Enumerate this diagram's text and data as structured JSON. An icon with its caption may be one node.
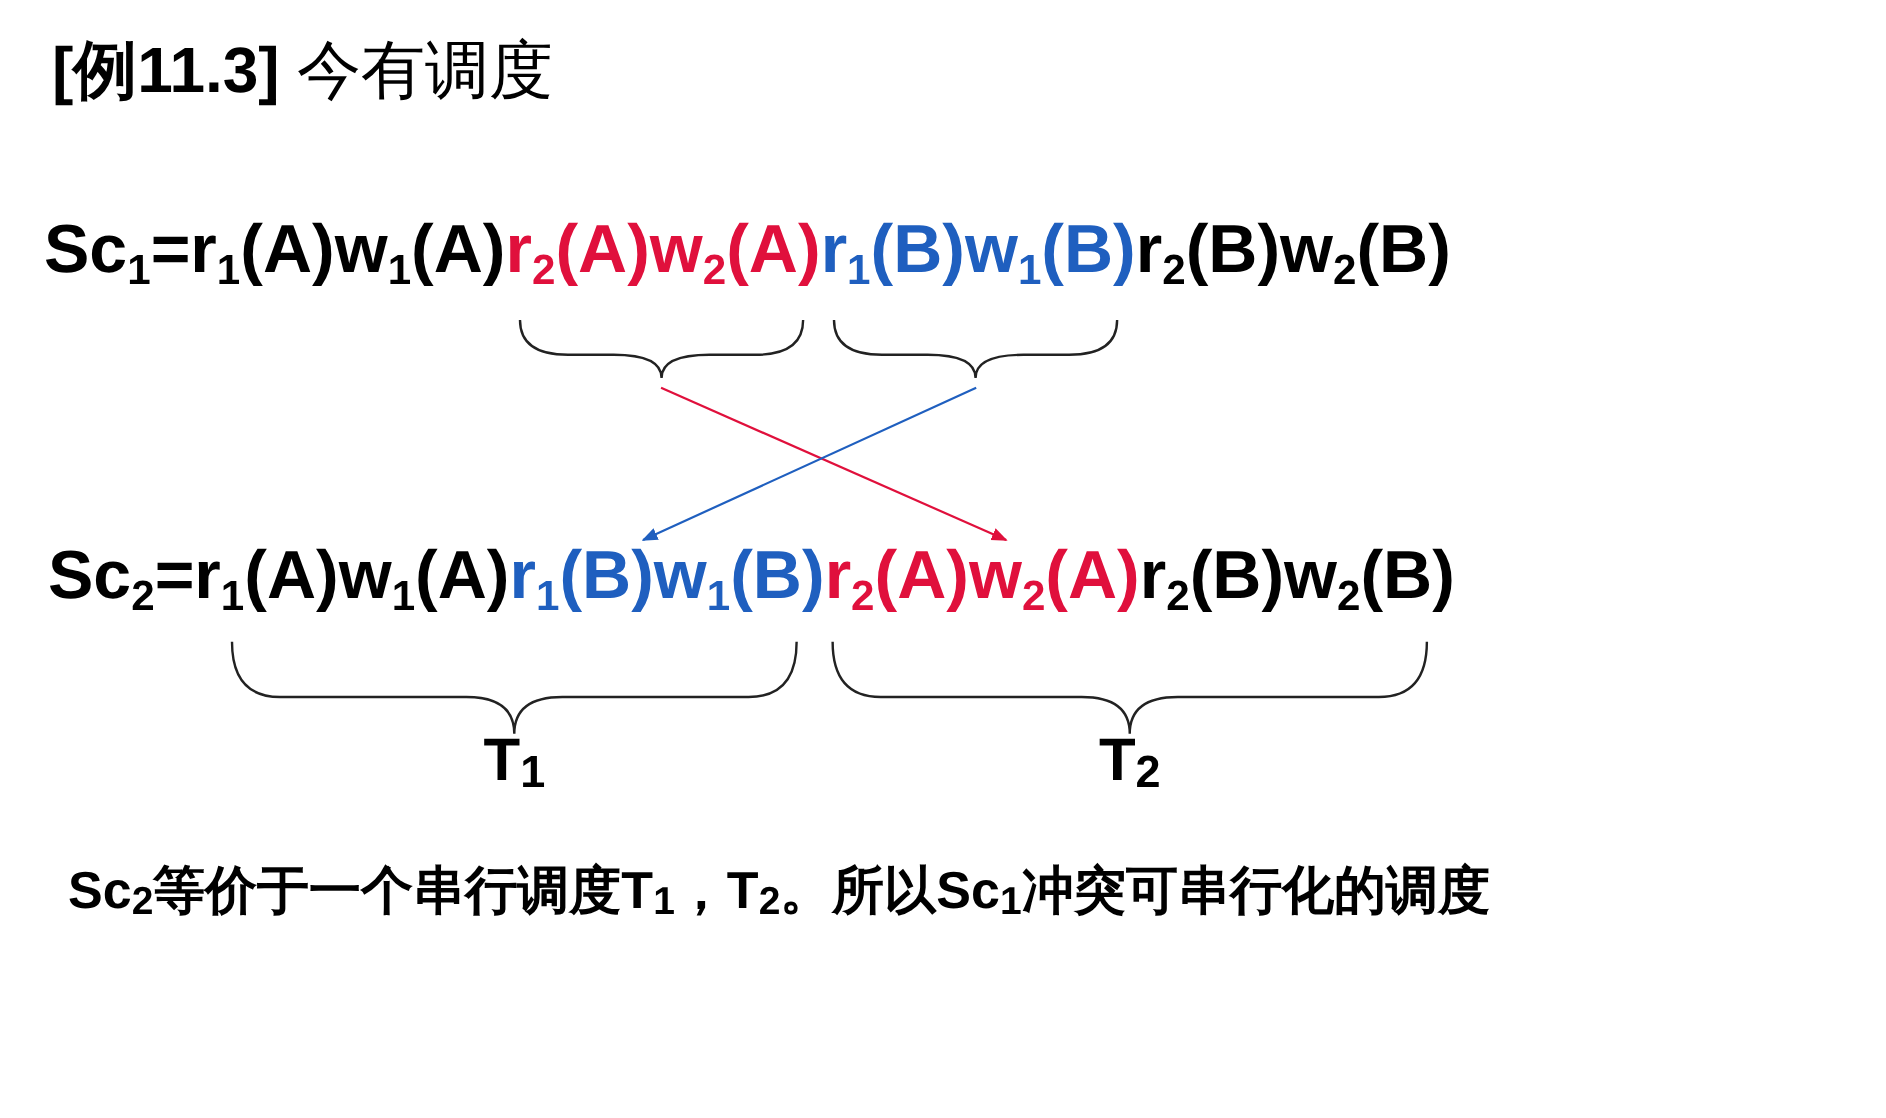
{
  "diagram": {
    "title": "**[例11.3]** 今有调度",
    "nodes": [
      {
        "text": [
          "Sc$_{1}$=r$_{1}$(A)w$_{1}$(A)"
        ]
      },
      {
        "text": [
          "r$_{2}$(A)w$_{2}$(A)"
        ]
      },
      {
        "text": [
          "r$_{1}$(B)w$_{1}$(B)"
        ]
      },
      {
        "text": [
          "r$_{2}$(B)w$_{2}$(B)"
        ]
      },
      {
        "text": [
          "Sc$_{2}$=r$_{1}$(A)w$_{1}$(A)"
        ]
      },
      {
        "text": [
          "r$_{1}$(B)w$_{1}$(B)"
        ]
      },
      {
        "text": [
          "r$_{2}$(A)w$_{2}$(A)"
        ]
      },
      {
        "text": [
          "r$_{2}$(B)w$_{2}$(B)"
        ]
      },
      {
        "text": [],
        "shape": "brace"
      },
      {
        "text": [],
        "shape": "brace"
      }
    ],
    "edges": [
      {
        "from": 8,
        "to": 6,
        "arrow": "to",
        "color": "#e0103c"
      },
      {
        "from": 9,
        "to": 5,
        "arrow": "to",
        "color": "#1f5fbf"
      }
    ],
    "labels": [
      "T$_{1}$",
      "T$_{2}$",
      "Sc$_{2}$等价于一个串行调度T$_{1}$，T$_{2}$。所以Sc$_{1}$冲突可串行化的调度"
    ]
  }
}
